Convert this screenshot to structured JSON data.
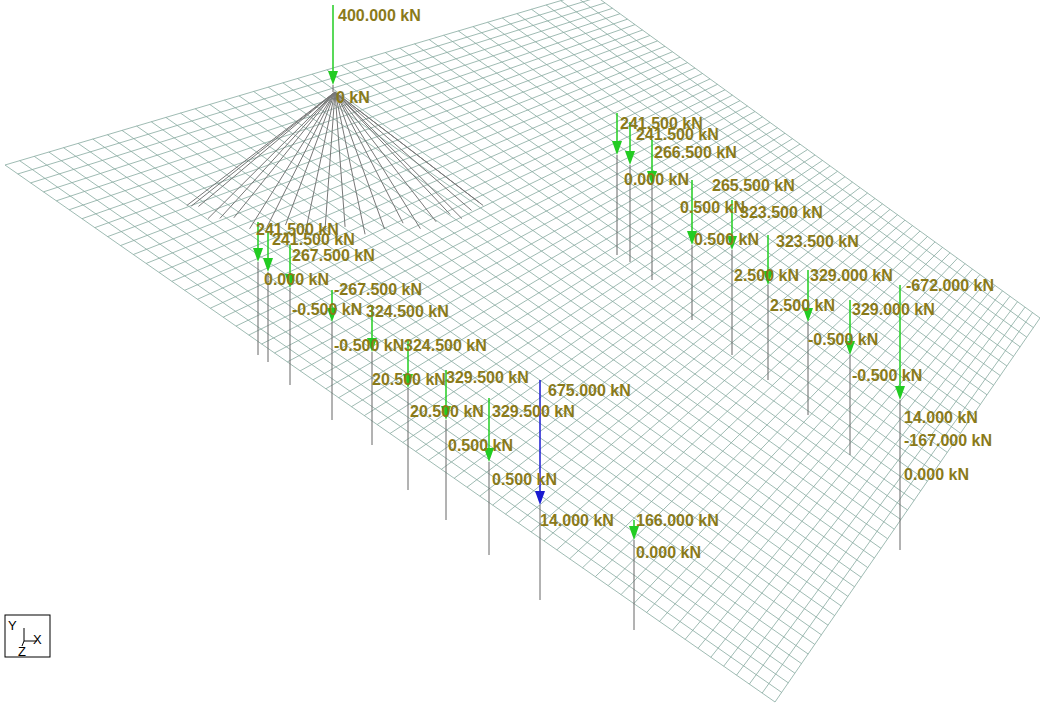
{
  "diagram": {
    "labels": [
      "400.000 kN",
      "0 kN",
      "241.500 kN",
      "241.500 kN",
      "267.500 kN",
      "0.000 kN",
      "-267.500 kN",
      "-0.500 kN",
      "324.500 kN",
      "-0.500 kN",
      "324.500 kN",
      "20.500 kN",
      "329.500 kN",
      "20.500 kN",
      "675.000 kN",
      "329.500 kN",
      "0.500 kN",
      "0.500 kN",
      "14.000 kN",
      "166.000 kN",
      "0.000 kN",
      "241.500 kN",
      "241.500 kN",
      "266.500 kN",
      "0.000 kN",
      "265.500 kN",
      "0.500 kN",
      "323.500 kN",
      "0.500 kN",
      "323.500 kN",
      "2.500 kN",
      "329.000 kN",
      "2.500 kN",
      "329.000 kN",
      "-0.500 kN",
      "-672.000 kN",
      "-0.500 kN",
      "14.000 kN",
      "-167.000 kN",
      "0.000 kN",
      "Y",
      "X",
      "Z"
    ]
  }
}
